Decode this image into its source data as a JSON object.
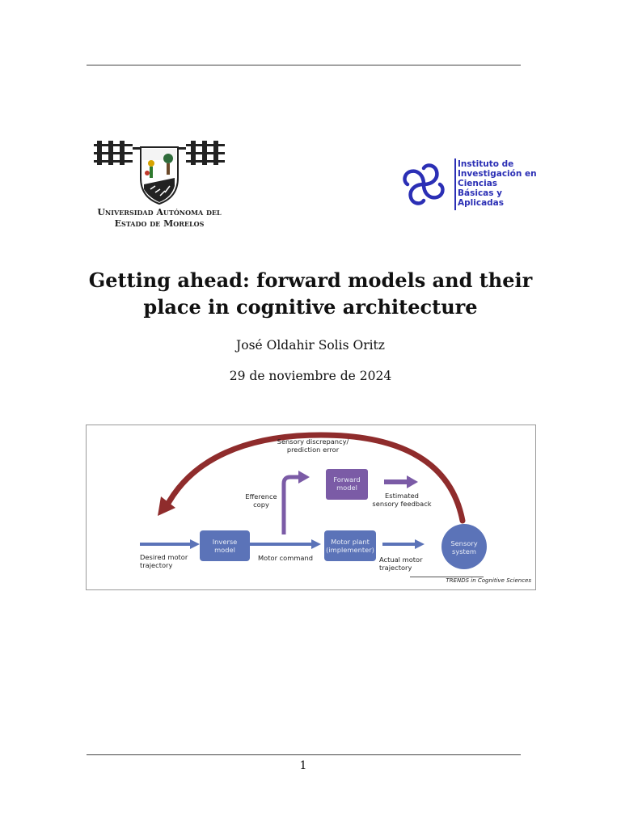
{
  "header": {
    "uaem_logo": {
      "name_line1": "Universidad Autónoma del",
      "name_line2": "Estado de Morelos"
    },
    "iicba_logo": {
      "line1": "Instituto de",
      "line2": "Investigación en",
      "line3": "Ciencias",
      "line4": "Básicas y",
      "line5": "Aplicadas",
      "color": "#2b2fb5"
    }
  },
  "title": {
    "line1": "Getting ahead: forward models and their",
    "line2": "place in cognitive architecture"
  },
  "author": "José Oldahir Solis Oritz",
  "date": "29 de noviembre de 2024",
  "figure": {
    "feedback_label_line1": "Sensory discrepancy/",
    "feedback_label_line2": "prediction error",
    "efference_line1": "Efference",
    "efference_line2": "copy",
    "forward_model_line1": "Forward",
    "forward_model_line2": "model",
    "estimated_line1": "Estimated",
    "estimated_line2": "sensory feedback",
    "inverse_model_line1": "Inverse",
    "inverse_model_line2": "model",
    "motor_plant_line1": "Motor plant",
    "motor_plant_line2": "(implementer)",
    "sensory_system_line1": "Sensory",
    "sensory_system_line2": "system",
    "desired_line1": "Desired motor",
    "desired_line2": "trajectory",
    "motor_command": "Motor command",
    "actual_line1": "Actual motor",
    "actual_line2": "trajectory",
    "credit": "TRENDS in Cognitive Sciences",
    "colors": {
      "blue_box": "#5b73b8",
      "purple_box": "#7b5ba6",
      "feedback_arrow": "#8f2c2c"
    }
  },
  "footer": {
    "page_number": "1"
  }
}
